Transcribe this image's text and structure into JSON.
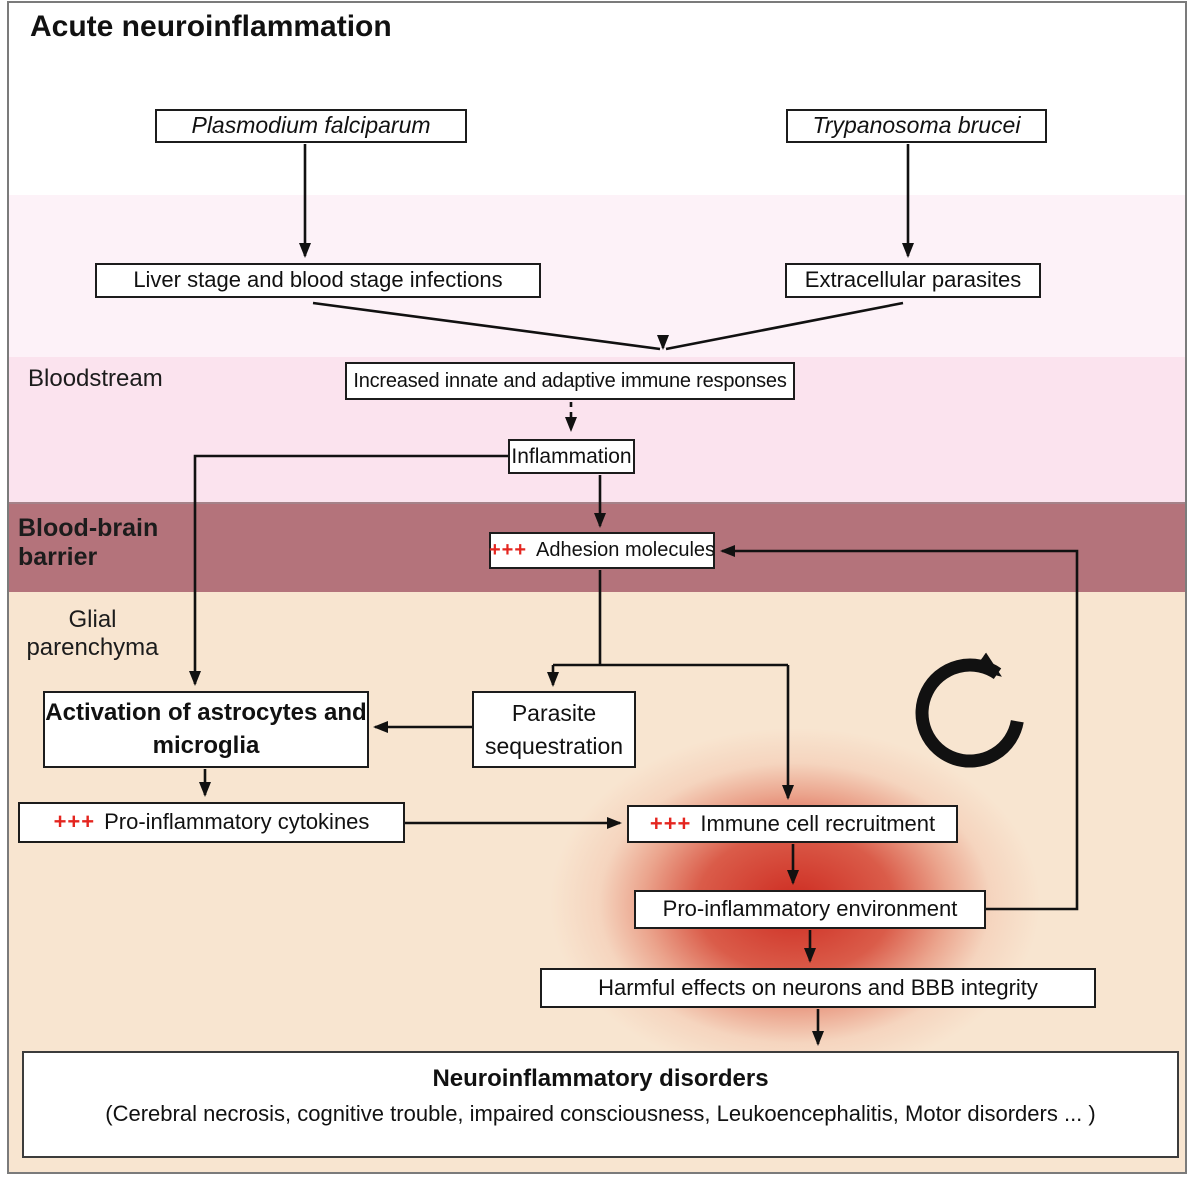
{
  "title": "Acute neuroinflammation",
  "zones": {
    "bloodstream": {
      "label": "Bloodstream",
      "color": "#fbe3ee"
    },
    "upper_bloodstream": {
      "color": "#fdf2f8"
    },
    "blood_brain_barrier": {
      "label": "Blood-brain barrier",
      "color": "#b4737b"
    },
    "glial_parenchyma": {
      "label": "Glial parenchyma",
      "color": "#f8e5d0"
    }
  },
  "nodes": {
    "plasmodium": {
      "label": "Plasmodium falciparum"
    },
    "trypanosoma": {
      "label": "Trypanosoma brucei"
    },
    "liver": {
      "label": "Liver stage and blood stage infections"
    },
    "extracellular": {
      "label": "Extracellular parasites"
    },
    "immune_responses": {
      "label": "Increased innate and adaptive immune responses"
    },
    "inflammation": {
      "label": "Inflammation"
    },
    "adhesion": {
      "plus": "+++",
      "label": "Adhesion molecules"
    },
    "activation": {
      "label": "Activation of astrocytes and microglia"
    },
    "sequestration": {
      "label": "Parasite sequestration"
    },
    "cytokines": {
      "plus": "+++",
      "label": "Pro-inflammatory cytokines"
    },
    "recruitment": {
      "plus": "+++",
      "label": "Immune cell recruitment"
    },
    "environment": {
      "label": "Pro-inflammatory environment"
    },
    "harmful": {
      "label": "Harmful effects on neurons and BBB integrity"
    },
    "disorders": {
      "title": "Neuroinflammatory disorders",
      "subtitle": "(Cerebral necrosis, cognitive trouble, impaired consciousness, Leukoencephalitis, Motor disorders ... )"
    }
  },
  "icons": {
    "cycle": "clockwise-cycle-arrow"
  },
  "colors": {
    "plus_red": "#e4251f",
    "glow_red": "#cc251b",
    "bbb_band": "#b4737b",
    "bloodstream_pink": "#fbe3ee",
    "upper_pink": "#fdf2f8",
    "glial_peach": "#f8e5d0",
    "arrow_black": "#111111",
    "frame_grey": "#7b7b7b"
  }
}
